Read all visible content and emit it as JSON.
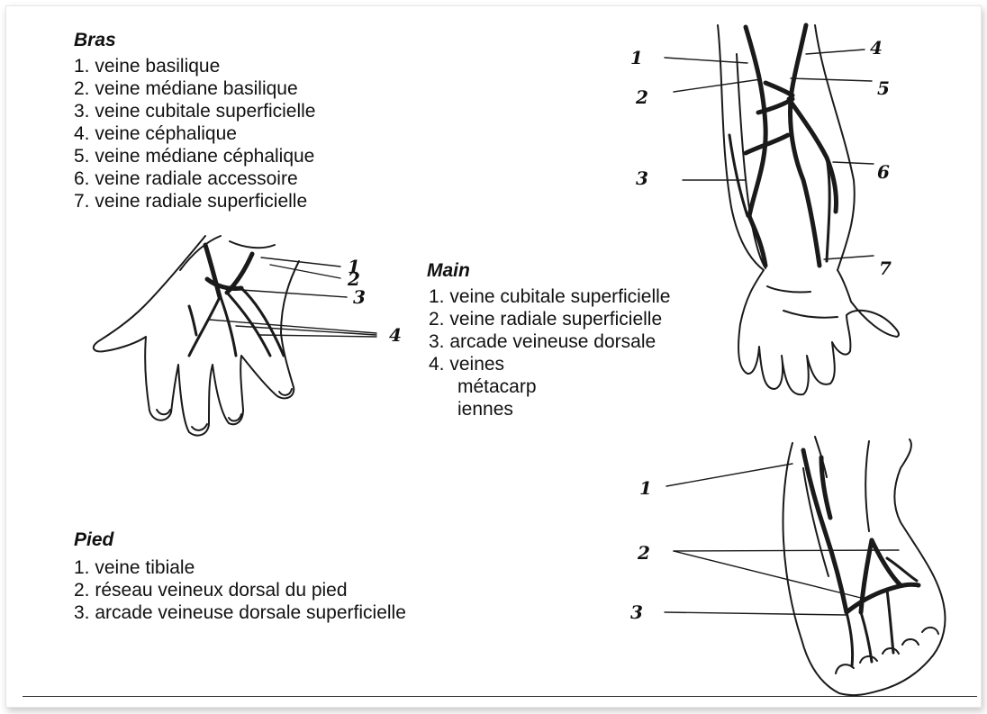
{
  "bras": {
    "title": "Bras",
    "items": [
      "1. veine basilique",
      "2. veine médiane basilique",
      "3. veine cubitale superficielle",
      "4. veine céphalique",
      "5. veine médiane céphalique",
      "6. veine radiale accessoire",
      "7. veine radiale superficielle"
    ],
    "callouts": [
      "1",
      "2",
      "3",
      "4",
      "5",
      "6",
      "7"
    ]
  },
  "main": {
    "title": "Main",
    "items": [
      "1. veine cubitale superficielle",
      "2. veine radiale superficielle",
      "3. arcade veineuse dorsale",
      "4. veines métacarp iennes"
    ],
    "callouts": [
      "1",
      "2",
      "3",
      "4"
    ]
  },
  "pied": {
    "title": "Pied",
    "items": [
      "1. veine tibiale",
      "2. réseau veineux dorsal du pied",
      "3. arcade veineuse dorsale superficielle"
    ],
    "callouts": [
      "1",
      "2",
      "3"
    ]
  }
}
